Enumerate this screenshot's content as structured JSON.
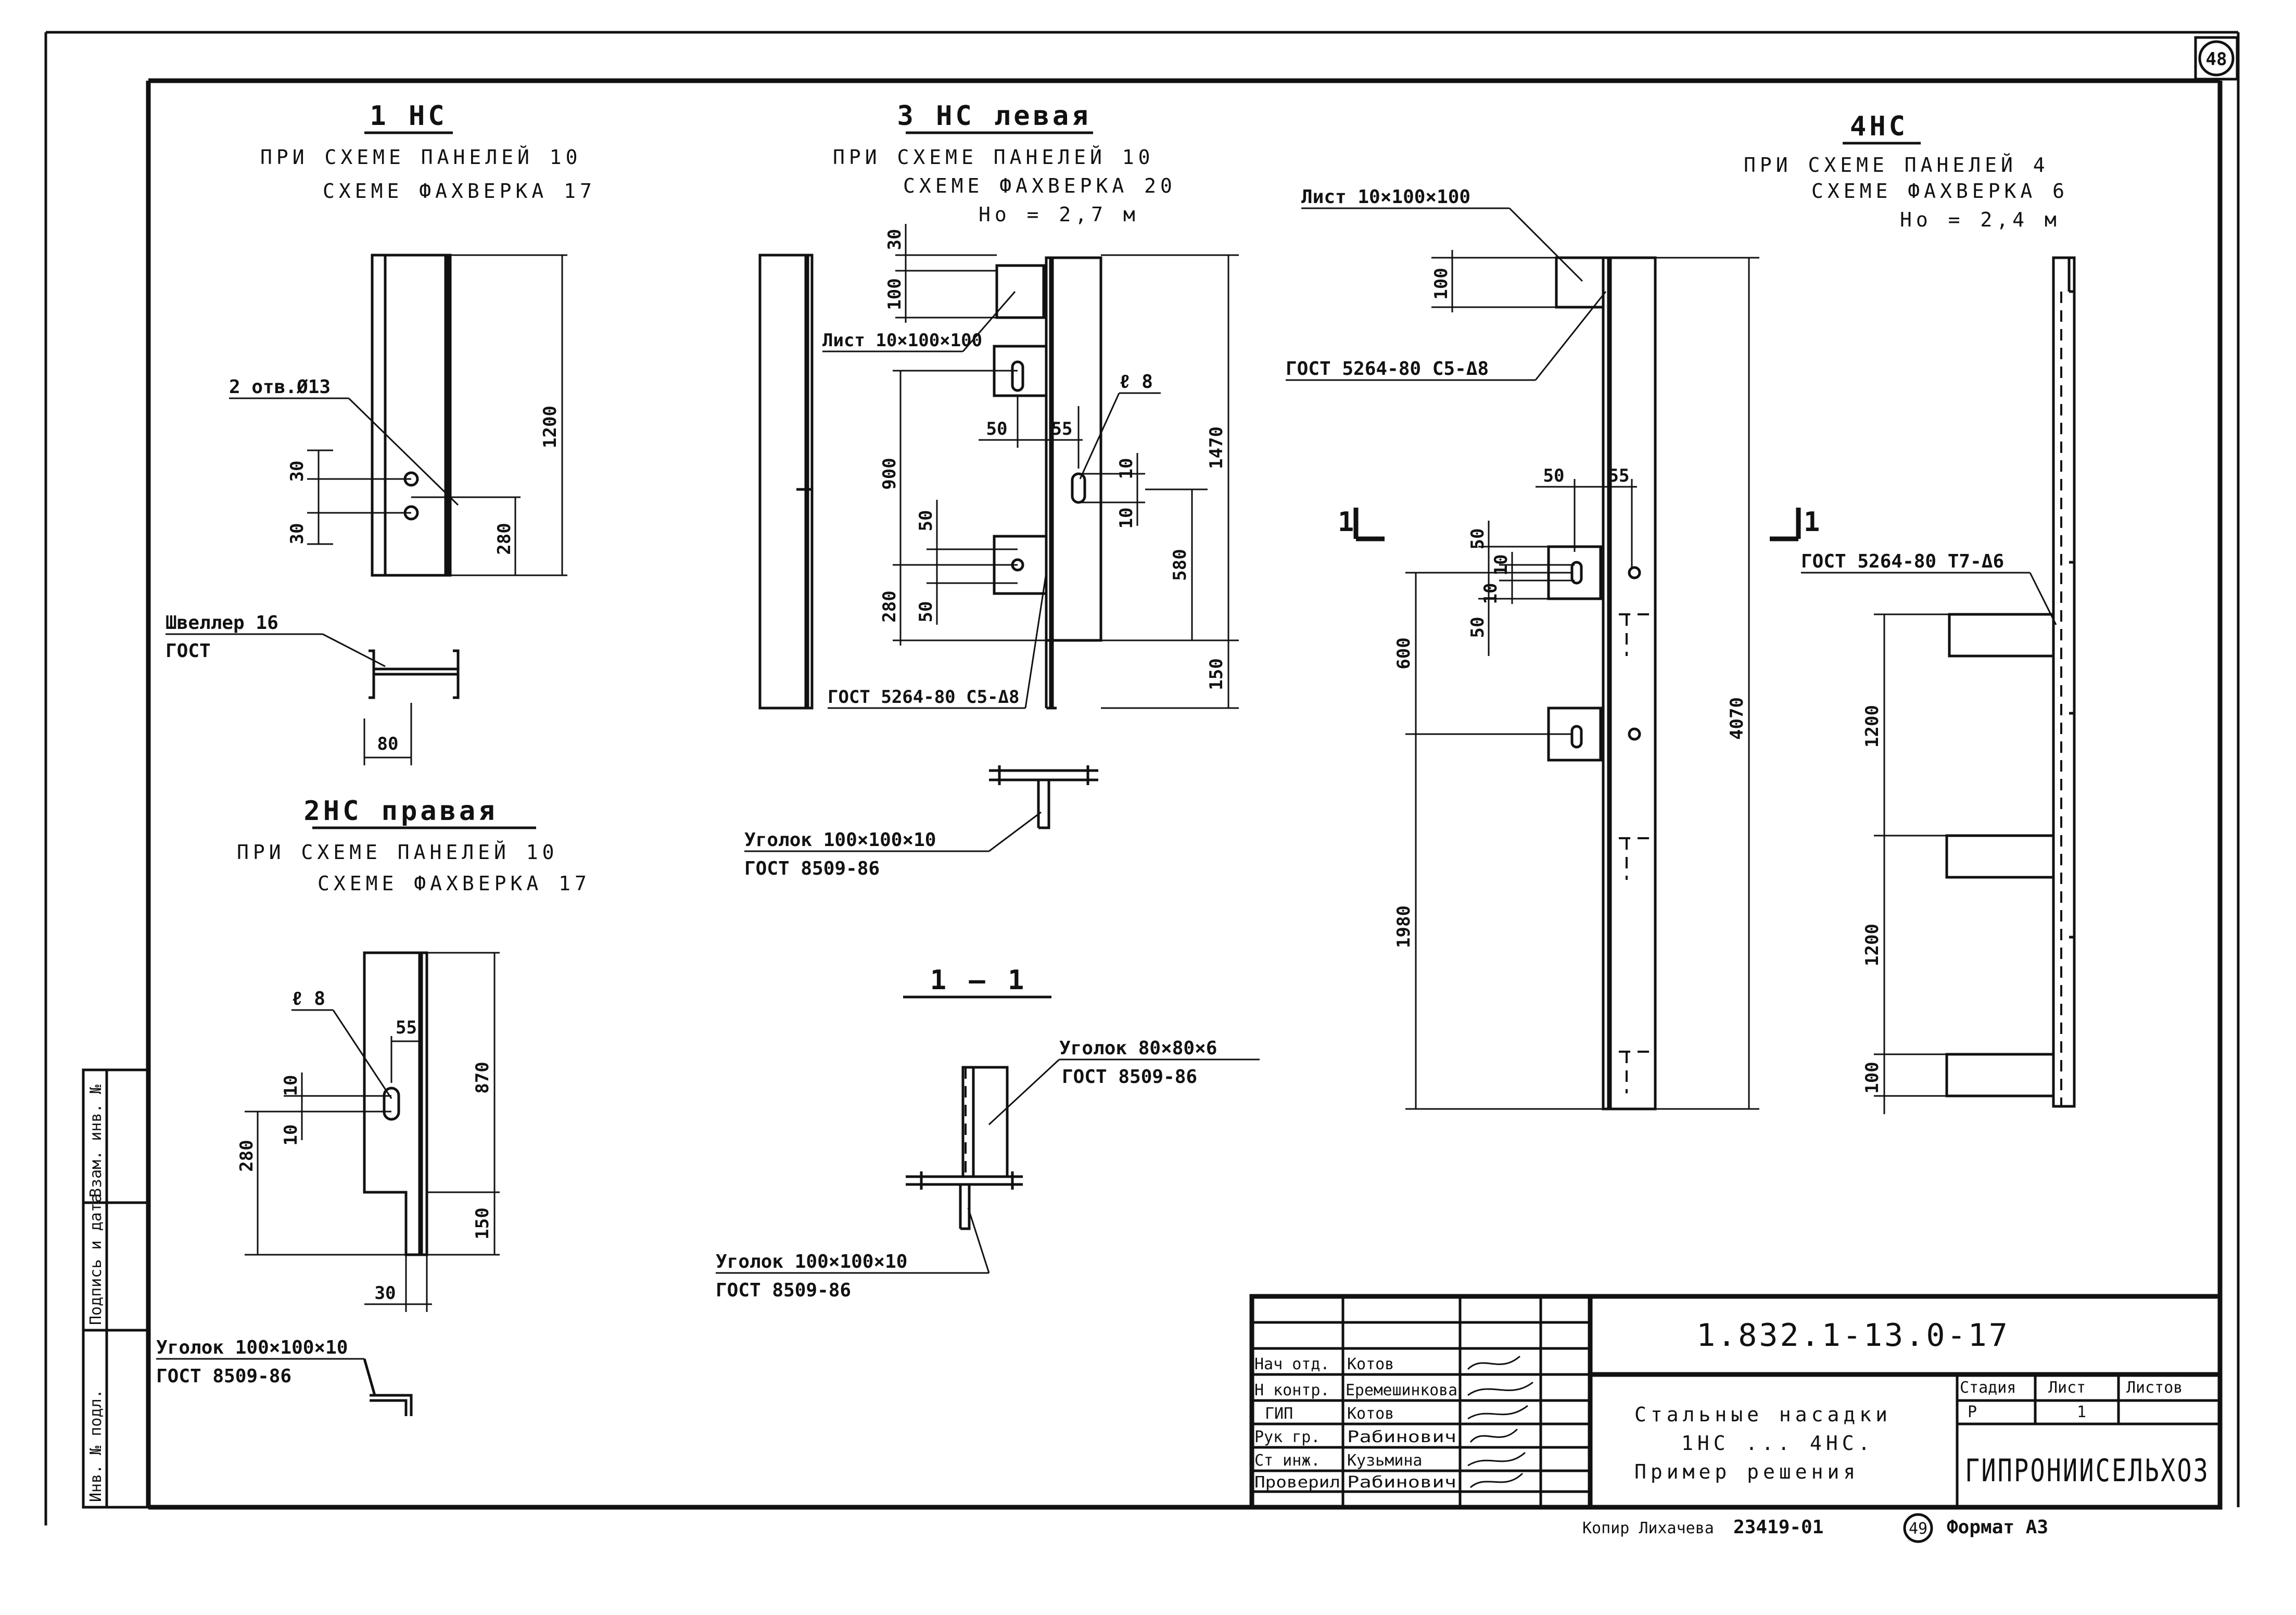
{
  "sheet_number": "48",
  "footer": {
    "copy_label": "Копир Лихачева",
    "archive_number": "23419-01",
    "page_circle": "49",
    "format_label": "Формат А3"
  },
  "side_stamp": {
    "cells": [
      "Инв. № подл.",
      "Подпись и дата",
      "Взам. инв. №"
    ]
  },
  "views": {
    "v1": {
      "title": "1 НС",
      "note1": "ПРИ СХЕМЕ ПАНЕЛЕЙ 10",
      "note2": "СХЕМЕ ФАХВЕРКА 17",
      "holes": "2 отв.Ø13",
      "dims": [
        "30",
        "30",
        "280",
        "1200",
        "80"
      ],
      "profile_label": "Швеллер 16",
      "profile_std": "ГОСТ"
    },
    "v2": {
      "title": "2НС правая",
      "note1": "ПРИ СХЕМЕ ПАНЕЛЕЙ 10",
      "note2": "СХЕМЕ ФАХВЕРКА 17",
      "slot": "ℓ 8",
      "dims": [
        "55",
        "10",
        "10",
        "280",
        "870",
        "150",
        "30"
      ],
      "angle_label": "Уголок 100×100×10",
      "angle_std": "ГОСТ 8509-86"
    },
    "v3": {
      "title": "3 НС левая",
      "note1": "ПРИ СХЕМЕ ПАНЕЛЕЙ 10",
      "note2": "СХЕМЕ ФАХВЕРКА 20",
      "note3": "Но = 2,7 м",
      "plate": "Лист 10×100×100",
      "slot": "ℓ 8",
      "weld": "ГОСТ 5264-80 С5-Δ8",
      "dims": [
        "30",
        "100",
        "900",
        "50",
        "50",
        "280",
        "50",
        "55",
        "10",
        "10",
        "1470",
        "580",
        "150"
      ],
      "angle_label": "Уголок 100×100×10",
      "angle_std": "ГОСТ 8509-86"
    },
    "section": {
      "title": "1 – 1",
      "angle1_label": "Уголок 80×80×6",
      "angle1_std": "ГОСТ 8509-86",
      "angle2_label": "Уголок 100×100×10",
      "angle2_std": "ГОСТ 8509-86"
    },
    "v4": {
      "title": "4НС",
      "note1": "ПРИ СХЕМЕ ПАНЕЛЕЙ 4",
      "note2": "СХЕМЕ ФАХВЕРКА 6",
      "note3": "Но = 2,4 м",
      "plate": "Лист 10×100×100",
      "weld": "ГОСТ 5264-80 С5-Δ8",
      "weld2": "ГОСТ 5264-80 Т7-Δ6",
      "cut_mark": "1",
      "dims": [
        "100",
        "50",
        "55",
        "50",
        "10",
        "10",
        "50",
        "600",
        "1980",
        "4070",
        "1200",
        "1200",
        "100"
      ]
    },
    "left_angle": {
      "label": "Уголок 100×100×10",
      "std": "ГОСТ 8509-86"
    }
  },
  "title_block": {
    "designation": "1.832.1-13.0-17",
    "title_line1": "Стальные насадки",
    "title_line2": "1НС ... 4НС.",
    "title_line3": "Пример решения",
    "stage_header": "Стадия",
    "sheet_header": "Лист",
    "sheets_header": "Листов",
    "stage": "Р",
    "sheet": "1",
    "organization": "ГИПРОНИИСЕЛЬХОЗ",
    "roles": [
      {
        "role": "Нач отд.",
        "name": "Котов"
      },
      {
        "role": "Н контр.",
        "name": "Еремешинкова"
      },
      {
        "role": "ГИП",
        "name": "Котов"
      },
      {
        "role": "Рук гр.",
        "name": "Рабинович"
      },
      {
        "role": "Ст инж.",
        "name": "Кузьмина"
      },
      {
        "role": "Проверил",
        "name": "Рабинович"
      }
    ]
  }
}
